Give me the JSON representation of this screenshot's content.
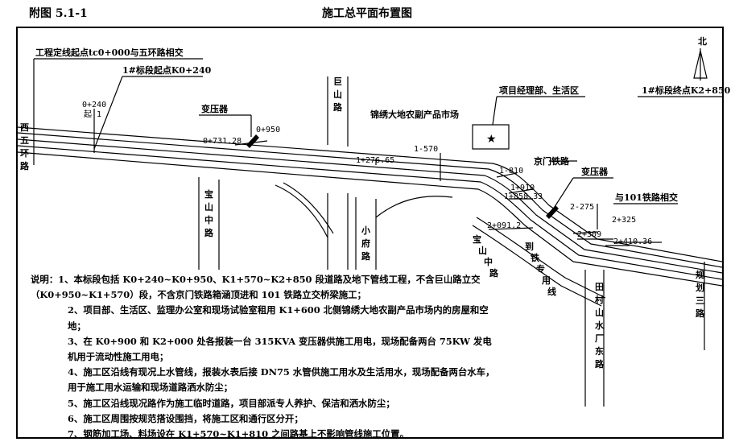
{
  "header": {
    "figure_no": "附图 5.1-1",
    "title": "施工总平面布置图"
  },
  "labels": {
    "start_line": "工程定线起点tc0+000与五环路相交",
    "seg_start": "1#标段起点K0+240",
    "seg_end": "1#标段终点K2+850",
    "north": "北",
    "west_road": [
      "西",
      "五",
      "环",
      "路"
    ],
    "jushan_road": [
      "巨",
      "山",
      "路"
    ],
    "baoshan_road": [
      "宝",
      "山",
      "中",
      "路"
    ],
    "xiaofu_road": [
      "小",
      "府",
      "路"
    ],
    "market": "锦绣大地农副产品市场",
    "pm_office": "项目经理部、生活区",
    "transformer1": "变压器",
    "transformer2": "变压器",
    "jingmen_rail": "京门铁路",
    "rail101": "与101铁路相交",
    "tiancun_road": [
      "田",
      "村",
      "山",
      "水",
      "厂",
      "东",
      "路"
    ],
    "plan3_road": [
      "规",
      "划",
      "三",
      "路"
    ],
    "baoshan_curve": [
      "宝",
      "山",
      "中",
      "路"
    ],
    "rail_special": [
      "到",
      "铁",
      "专",
      "用",
      "线"
    ],
    "sta_0240": "0+240",
    "sta_0240b": "起 1",
    "sta_0950": "0+950",
    "sta_0731": "0+731.28",
    "sta_1276": "1+276.65",
    "sta_1570": "1-570",
    "sta_1810": "1-810",
    "sta_1910": "1+910",
    "sta_1858": "1+858.33",
    "sta_2275": "2-275",
    "sta_2325": "2+325",
    "sta_2091": "2+091.2",
    "sta_2309": "2+309",
    "sta_2410": "2+410.36"
  },
  "notes": [
    "说明：1、本标段包括 K0+240~K0+950、K1+570~K2+850 段道路及地下管线工程，不含巨山路立交（K0+950~K1+570）段，不含京门铁路箱涵顶进和 101 铁路立交桥梁施工；",
    "2、项目部、生活区、监理办公室和现场试验室租用 K1+600 北侧锦绣大地农副产品市场内的房屋和空地；",
    "3、在 K0+900 和 K2+000 处各报装一台 315KVA 变压器供施工用电，现场配备两台 75KW 发电机用于流动性施工用电；",
    "4、施工区沿线有现况上水管线，报装水表后接 DN75 水管供施工用水及生活用水，现场配备两台水车，用于施工用水运输和现场道路洒水防尘；",
    "5、施工区沿线现况路作为施工临时道路，项目部派专人养护、保洁和洒水防尘；",
    "6、施工区周围按规范搭设围挡，将施工区和通行区分开；",
    "7、钢筋加工场、料场设在 K1+570~K1+810 之间路基上不影响管线施工位置。"
  ]
}
